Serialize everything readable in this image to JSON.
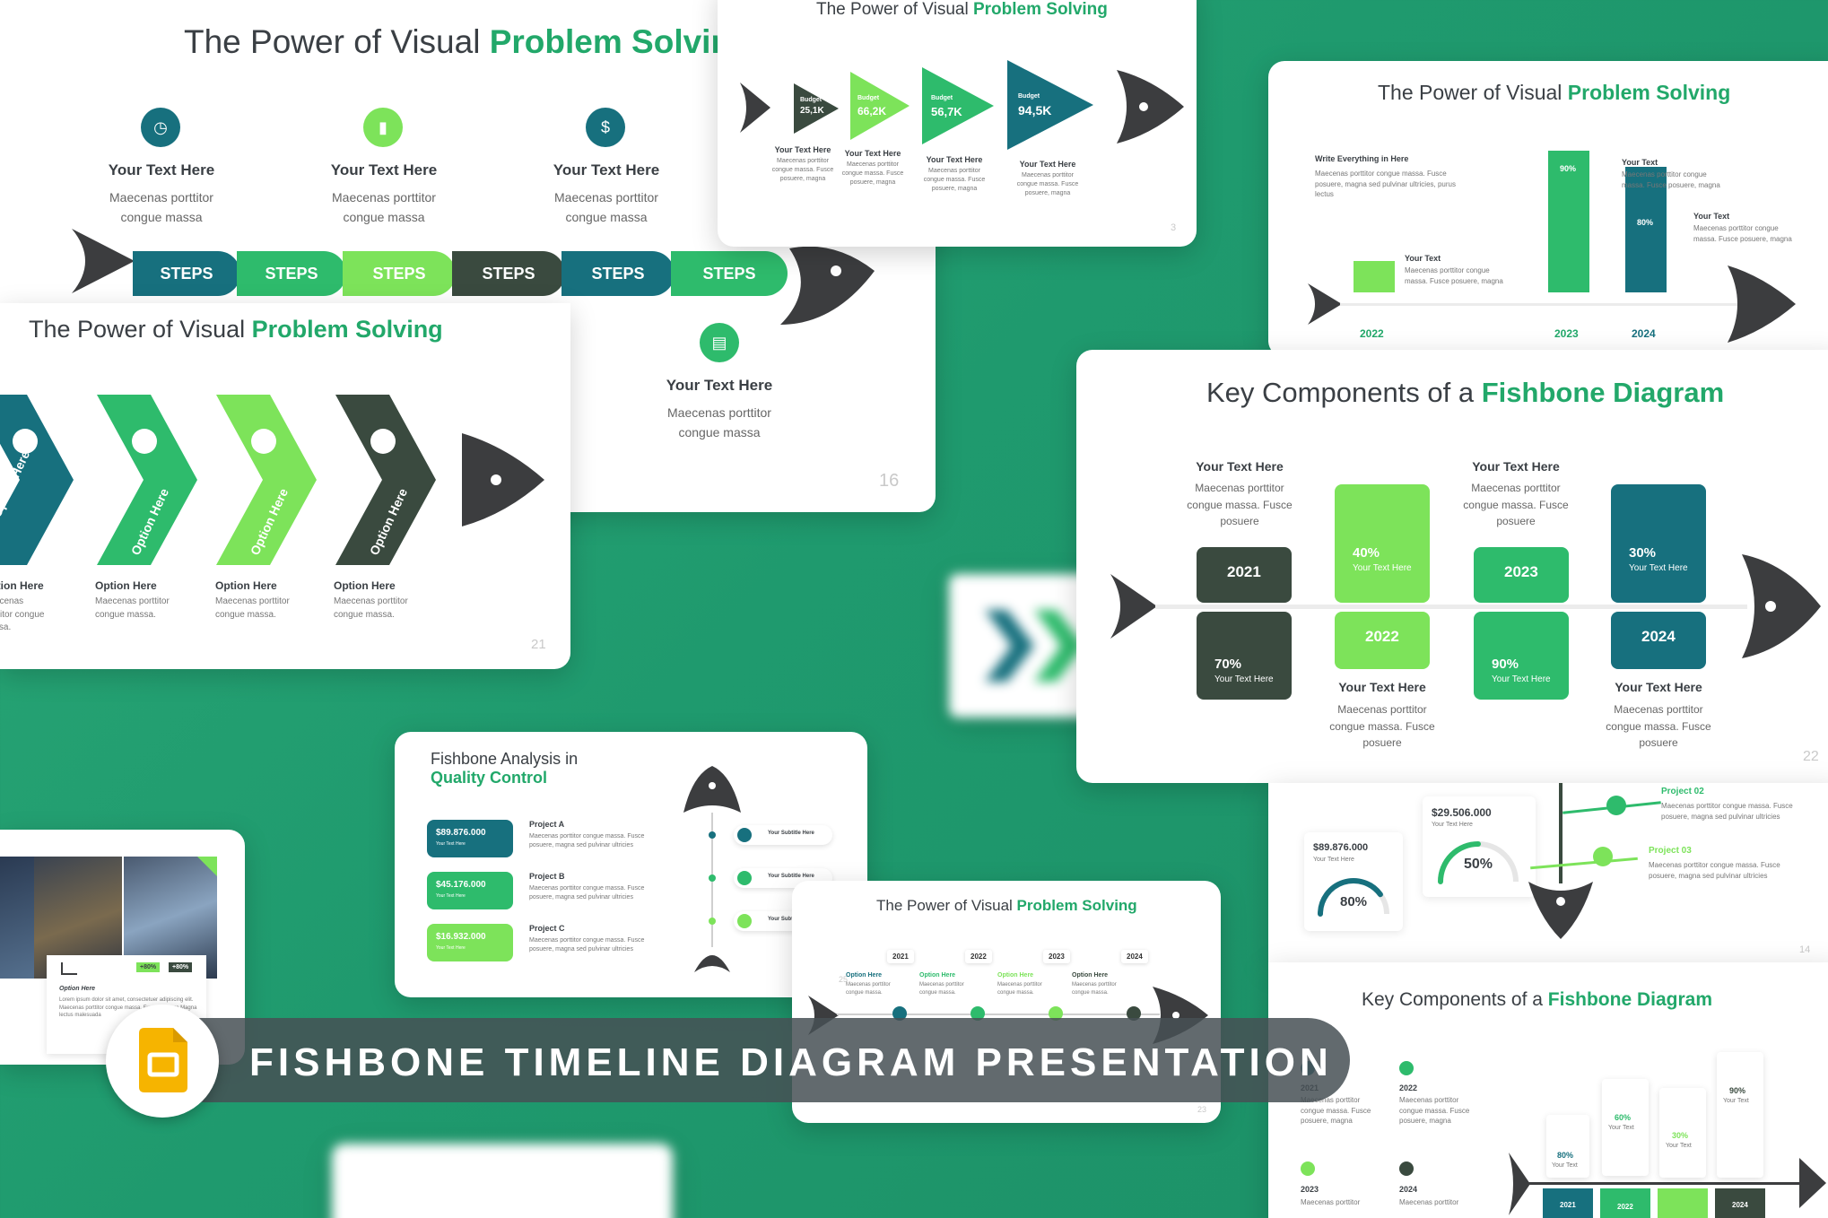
{
  "colors": {
    "dark_green": "#3a4a3f",
    "teal": "#17707e",
    "mid_green": "#2ebb6c",
    "light_green": "#7de35a",
    "accent": "#22a86a",
    "fish": "#3c3d3f"
  },
  "banner": {
    "title": "FISHBONE TIMELINE DIAGRAM PRESENTATION"
  },
  "slide_steps": {
    "title_plain": "The Power of Visual ",
    "title_accent": "Problem Solvir",
    "items": [
      {
        "head": "Your Text Here",
        "body": "Maecenas porttitor congue massa",
        "icon": "clock-icon"
      },
      {
        "head": "Your Text Here",
        "body": "Maecenas porttitor congue massa",
        "icon": "book-icon"
      },
      {
        "head": "Your Text Here",
        "body": "Maecenas porttitor congue massa",
        "icon": "dollar-icon"
      }
    ],
    "steps": [
      "STEPS",
      "STEPS",
      "STEPS",
      "STEPS",
      "STEPS",
      "STEPS"
    ],
    "extra": {
      "head": "Your Text Here",
      "body": "Maecenas porttitor congue massa",
      "page": "16"
    }
  },
  "slide_budget": {
    "title_plain": "The Power of Visual ",
    "title_accent": "Problem Solving",
    "items": [
      {
        "label": "Budget",
        "value": "25,1K",
        "head": "Your Text Here",
        "body": "Maecenas porttitor congue massa. Fusce posuere, magna"
      },
      {
        "label": "Budget",
        "value": "66,2K",
        "head": "Your Text Here",
        "body": "Maecenas porttitor congue massa. Fusce posuere, magna"
      },
      {
        "label": "Budget",
        "value": "56,7K",
        "head": "Your Text Here",
        "body": "Maecenas porttitor congue massa. Fusce posuere, magna"
      },
      {
        "label": "Budget",
        "value": "94,5K",
        "head": "Your Text Here",
        "body": "Maecenas porttitor congue massa. Fusce posuere, magna"
      }
    ],
    "page": "3"
  },
  "slide_arrows": {
    "title_plain": "The Power of Visual ",
    "title_accent": "Problem Solving",
    "arrows": [
      {
        "text": "Option Here",
        "head": "Option Here",
        "body": "Maecenas porttitor congue massa."
      },
      {
        "text": "Option Here",
        "head": "Option Here",
        "body": "Maecenas porttitor congue massa."
      },
      {
        "text": "Option Here",
        "head": "Option Here",
        "body": "Maecenas porttitor congue massa."
      },
      {
        "text": "Option Here",
        "head": "Option Here",
        "body": "Maecenas porttitor congue massa."
      }
    ],
    "page": "21"
  },
  "slide_bars_2022": {
    "title_plain": "The Power of Visual ",
    "title_accent": "Problem Solving",
    "intro_head": "Write Everything in Here",
    "intro_body": "Maecenas porttitor congue massa. Fusce posuere, magna sed pulvinar ultricies, purus lectus",
    "bars": [
      {
        "pct": "20%",
        "year": "2022",
        "fill": 0.2,
        "head": "Your Text",
        "body": "Maecenas porttitor congue massa. Fusce posuere, magna"
      },
      {
        "pct": "90%",
        "year": "2023",
        "fill": 0.9,
        "head": "Your Text",
        "body": "Maecenas porttitor congue massa. Fusce posuere, magna"
      },
      {
        "pct": "80%",
        "year": "2024",
        "fill": 0.8,
        "head": "Your Text",
        "body": "Maecenas porttitor congue massa. Fusce posuere, magna"
      }
    ]
  },
  "slide_key": {
    "title_plain": "Key Components of a ",
    "title_accent": "Fishbone Diagram",
    "top_texts": [
      {
        "head": "Your Text Here",
        "body": "Maecenas porttitor congue massa. Fusce posuere"
      },
      {
        "head": "Your Text Here",
        "body": "Maecenas porttitor congue massa. Fusce posuere"
      }
    ],
    "bottom_texts": [
      {
        "head": "Your Text Here",
        "body": "Maecenas porttitor congue massa. Fusce posuere"
      },
      {
        "head": "Your Text Here",
        "body": "Maecenas porttitor congue massa. Fusce posuere"
      }
    ],
    "blocks": [
      {
        "year": "2021",
        "pct": "70%",
        "sub": "Your Text Here"
      },
      {
        "year": "2022",
        "pct": "40%",
        "sub": "Your Text Here"
      },
      {
        "year": "2023",
        "pct": "90%",
        "sub": "Your Text Here"
      },
      {
        "year": "2024",
        "pct": "30%",
        "sub": "Your Text Here"
      }
    ],
    "page": "22"
  },
  "slide_quality": {
    "title_plain": "Fishbone Analysis in",
    "title_accent": "Quality Control",
    "kpis": [
      {
        "value": "$89.876.000",
        "sub": "Your Text Here",
        "head": "Project A",
        "body": "Maecenas porttitor congue massa. Fusce posuere, magna sed pulvinar ultricies"
      },
      {
        "value": "$45.176.000",
        "sub": "Your Text Here",
        "head": "Project B",
        "body": "Maecenas porttitor congue massa. Fusce posuere, magna sed pulvinar ultricies"
      },
      {
        "value": "$16.932.000",
        "sub": "Your Text Here",
        "head": "Project C",
        "body": "Maecenas porttitor congue massa. Fusce posuere, magna sed pulvinar ultricies"
      }
    ],
    "bones": [
      "Your Subtitle Here",
      "Your Subtitle Here",
      "Your Subtitle Here"
    ]
  },
  "slide_timeline": {
    "title_plain": "The Power of Visual ",
    "title_accent": "Problem Solving",
    "years": [
      "2021",
      "2022",
      "2023",
      "2024"
    ],
    "options": [
      "Option Here",
      "Option Here",
      "Option Here",
      "Option Here"
    ],
    "body": "Maecenas porttitor congue massa.",
    "page_left": "25",
    "page_right": "23"
  },
  "slide_gauges": {
    "g1": {
      "value": "$89.876.000",
      "sub": "Your Text Here",
      "pct": "80%",
      "fill": 0.8
    },
    "g2": {
      "value": "$29.506.000",
      "sub": "Your Text Here",
      "pct": "50%",
      "fill": 0.5
    },
    "projects": [
      {
        "head": "Project 02",
        "body": "Maecenas porttitor congue massa. Fusce posuere, magna sed pulvinar ultricies"
      },
      {
        "head": "Project 03",
        "body": "Maecenas porttitor congue massa. Fusce posuere, magna sed pulvinar ultricies"
      }
    ],
    "page": "14"
  },
  "slide_key2": {
    "title_plain": "Key Components of a ",
    "title_accent": "Fishbone Diagram",
    "cells": [
      {
        "year": "2021",
        "body": "Maecenas porttitor congue massa. Fusce posuere, magna"
      },
      {
        "year": "2022",
        "body": "Maecenas porttitor congue massa. Fusce posuere, magna"
      },
      {
        "year": "2023",
        "body": "Maecenas porttitor"
      },
      {
        "year": "2024",
        "body": "Maecenas porttitor"
      }
    ],
    "bars": [
      {
        "pct": "80%",
        "sub": "Your Text",
        "year": "2021"
      },
      {
        "pct": "60%",
        "sub": "Your Text",
        "year": "2022"
      },
      {
        "pct": "30%",
        "sub": "Your Text",
        "year": ""
      },
      {
        "pct": "90%",
        "sub": "Your Text",
        "year": "2024"
      }
    ]
  },
  "slide_photo": {
    "caption_head": "Option Here",
    "caption_body": "Lorem ipsum dolor sit amet, consectetuer adipiscing elit. Maecenas porttitor congue massa. Fusce posuere Magna lectus malesuada",
    "badges": [
      "+80%",
      "+80%"
    ]
  }
}
